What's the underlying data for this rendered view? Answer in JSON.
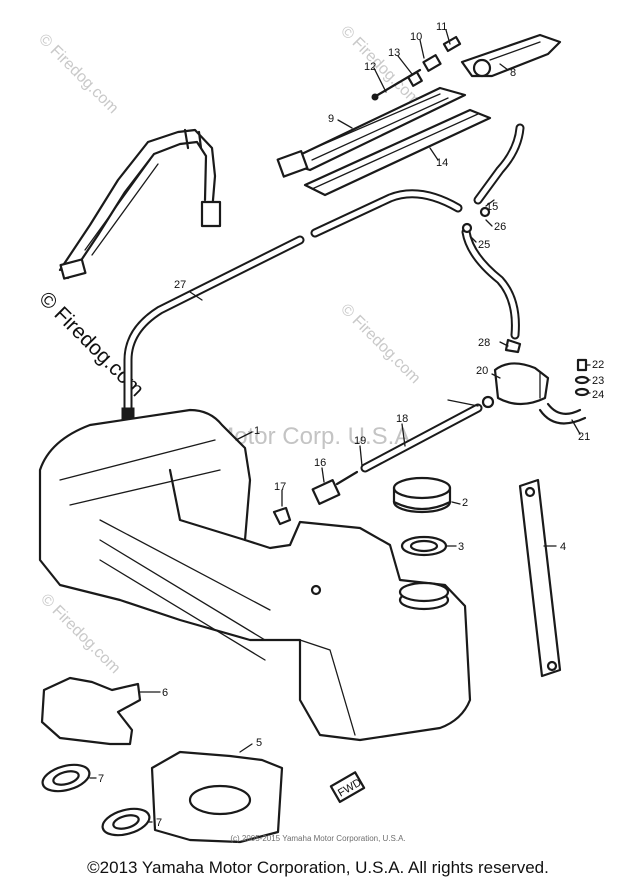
{
  "watermark": {
    "site": "© Firedog.com",
    "company": "Yamaha Motor Corp. U.S.A."
  },
  "parts": [
    {
      "id": "1",
      "label": "1"
    },
    {
      "id": "2",
      "label": "2"
    },
    {
      "id": "3",
      "label": "3"
    },
    {
      "id": "4",
      "label": "4"
    },
    {
      "id": "5",
      "label": "5"
    },
    {
      "id": "6",
      "label": "6"
    },
    {
      "id": "7a",
      "label": "7"
    },
    {
      "id": "7b",
      "label": "7"
    },
    {
      "id": "8",
      "label": "8"
    },
    {
      "id": "9",
      "label": "9"
    },
    {
      "id": "10",
      "label": "10"
    },
    {
      "id": "11",
      "label": "11"
    },
    {
      "id": "12",
      "label": "12"
    },
    {
      "id": "13",
      "label": "13"
    },
    {
      "id": "14",
      "label": "14"
    },
    {
      "id": "15",
      "label": "15"
    },
    {
      "id": "16",
      "label": "16"
    },
    {
      "id": "17",
      "label": "17"
    },
    {
      "id": "18",
      "label": "18"
    },
    {
      "id": "19",
      "label": "19"
    },
    {
      "id": "20",
      "label": "20"
    },
    {
      "id": "21",
      "label": "21"
    },
    {
      "id": "22",
      "label": "22"
    },
    {
      "id": "23",
      "label": "23"
    },
    {
      "id": "24",
      "label": "24"
    },
    {
      "id": "25",
      "label": "25"
    },
    {
      "id": "26",
      "label": "26"
    },
    {
      "id": "27",
      "label": "27"
    },
    {
      "id": "28",
      "label": "28"
    }
  ],
  "fwd_marker": "FWD",
  "inner_copyright": "(c) 2005-2015 Yamaha Motor Corporation, U.S.A.",
  "footer_copyright": "©2013 Yamaha Motor Corporation, U.S.A. All rights reserved."
}
